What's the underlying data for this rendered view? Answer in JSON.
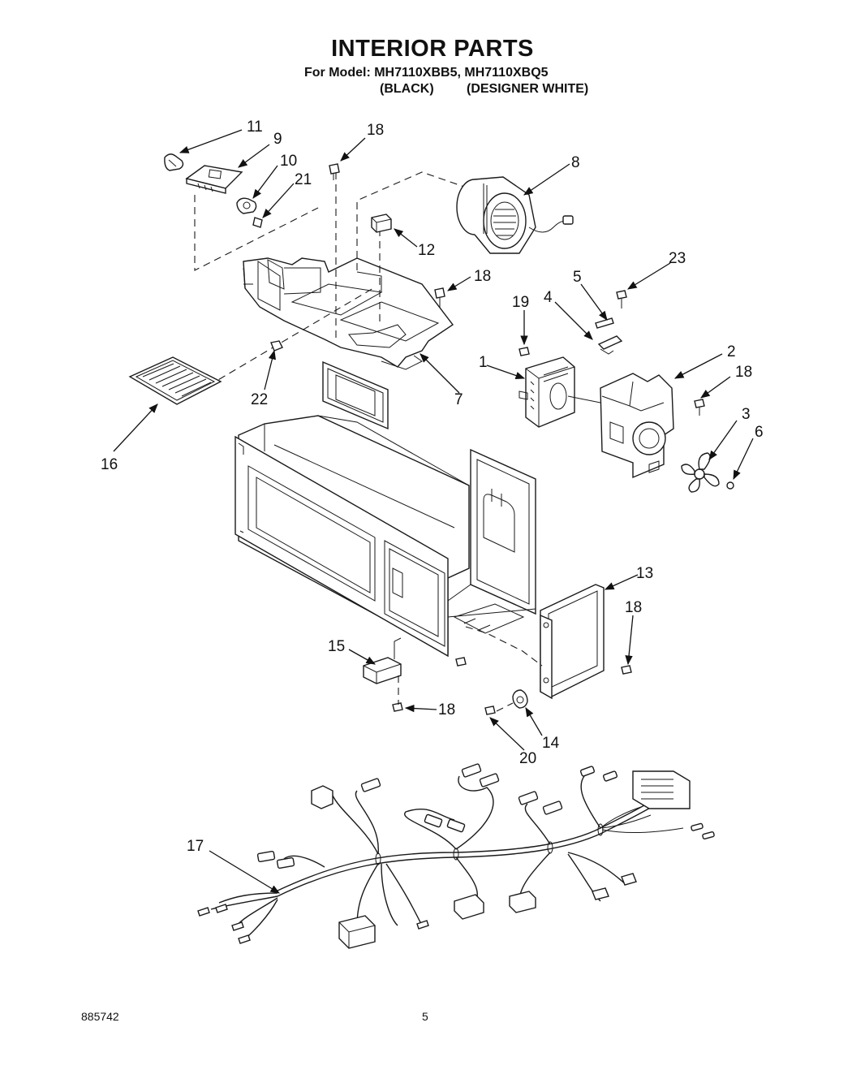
{
  "header": {
    "title": "INTERIOR PARTS",
    "model_line": "For Model: MH7110XBB5, MH7110XBQ5",
    "variant_a": "(BLACK)",
    "variant_b": "(DESIGNER WHITE)"
  },
  "callouts": [
    {
      "id": "c11",
      "text": "11"
    },
    {
      "id": "c9",
      "text": "9"
    },
    {
      "id": "c10",
      "text": "10"
    },
    {
      "id": "c21",
      "text": "21"
    },
    {
      "id": "c18a",
      "text": "18"
    },
    {
      "id": "c8",
      "text": "8"
    },
    {
      "id": "c12",
      "text": "12"
    },
    {
      "id": "c18b",
      "text": "18"
    },
    {
      "id": "c23",
      "text": "23"
    },
    {
      "id": "c5",
      "text": "5"
    },
    {
      "id": "c19",
      "text": "19"
    },
    {
      "id": "c4",
      "text": "4"
    },
    {
      "id": "c1",
      "text": "1"
    },
    {
      "id": "c2",
      "text": "2"
    },
    {
      "id": "c18c",
      "text": "18"
    },
    {
      "id": "c3",
      "text": "3"
    },
    {
      "id": "c6",
      "text": "6"
    },
    {
      "id": "c22",
      "text": "22"
    },
    {
      "id": "c7",
      "text": "7"
    },
    {
      "id": "c16",
      "text": "16"
    },
    {
      "id": "c13",
      "text": "13"
    },
    {
      "id": "c18d",
      "text": "18"
    },
    {
      "id": "c15",
      "text": "15"
    },
    {
      "id": "c18e",
      "text": "18"
    },
    {
      "id": "c14",
      "text": "14"
    },
    {
      "id": "c20",
      "text": "20"
    },
    {
      "id": "c17",
      "text": "17"
    }
  ],
  "footer": {
    "doc_number": "885742",
    "page_number": "5"
  }
}
